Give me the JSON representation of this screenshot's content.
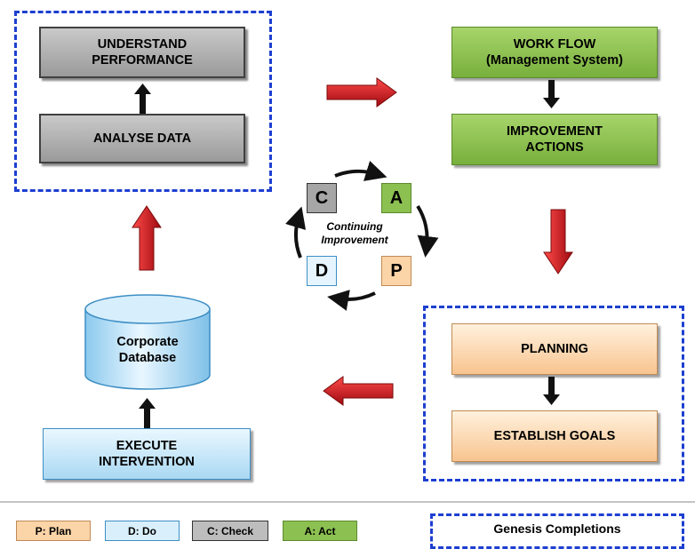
{
  "blocks": {
    "understand": "UNDERSTAND\nPERFORMANCE",
    "analyse": "ANALYSE DATA",
    "workflow": "WORK FLOW\n(Management System)",
    "improvement": "IMPROVEMENT\nACTIONS",
    "planning": "PLANNING",
    "goals": "ESTABLISH GOALS",
    "database": "Corporate\nDatabase",
    "execute": "EXECUTE\nINTERVENTION"
  },
  "cycle": {
    "c": "C",
    "a": "A",
    "d": "D",
    "p": "P",
    "label_line1": "Continuing",
    "label_line2": "Improvement"
  },
  "legend": {
    "plan": "P: Plan",
    "do": "D: Do",
    "check": "C: Check",
    "act": "A: Act"
  },
  "footer": {
    "company": "Genesis Completions"
  },
  "colors": {
    "dashed_border": "#1d3fd0",
    "arrow_red": "#c8101a",
    "gray_block": "#a6a6a6",
    "green_block": "#8cc152",
    "peach_block": "#fbd4a8",
    "blue_block": "#bfe4f8"
  }
}
